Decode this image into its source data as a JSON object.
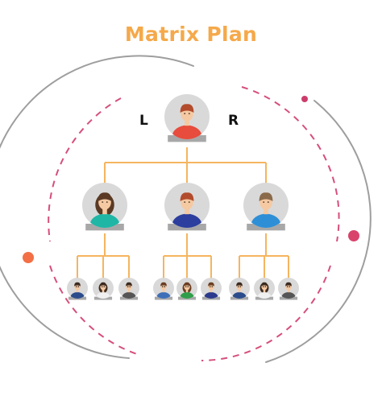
{
  "title": "Matrix Plan",
  "sides": {
    "left": "L",
    "right": "R"
  },
  "colors": {
    "title": "#f5a94a",
    "connector": "#f5b55f",
    "circle_outline": "#9e9e9e",
    "dash": "#d64f7a",
    "dot_orange": "#f36f45",
    "dot_magenta": "#d9436b",
    "dot_small": "#cc3c6a",
    "avatar_bg": "#d9d9d9",
    "avatar_base": "#a8a8a8",
    "skin": "#f5c9a2"
  },
  "tree": {
    "root": {
      "role": "root",
      "hair": "#b24c2c",
      "shirt": "#e74c3c",
      "variant": "male"
    },
    "level1": [
      {
        "role": "level1-left",
        "hair": "#5a3a25",
        "shirt": "#1fb6a6",
        "variant": "female",
        "children": [
          {
            "hair": "#3d2b1f",
            "shirt": "#2b4c8c",
            "variant": "male"
          },
          {
            "hair": "#3d2b1f",
            "shirt": "#f0f0f0",
            "variant": "female"
          },
          {
            "hair": "#3d2b1f",
            "shirt": "#555555",
            "variant": "male"
          }
        ]
      },
      {
        "role": "level1-center",
        "hair": "#b24c2c",
        "shirt": "#2c3e9e",
        "variant": "male",
        "children": [
          {
            "hair": "#6b3f24",
            "shirt": "#3d6fb8",
            "variant": "male"
          },
          {
            "hair": "#6b3f24",
            "shirt": "#2f9e4a",
            "variant": "female"
          },
          {
            "hair": "#6b3f24",
            "shirt": "#2b3a8c",
            "variant": "male"
          }
        ]
      },
      {
        "role": "level1-right",
        "hair": "#8a6a4a",
        "shirt": "#2f8fd6",
        "variant": "male",
        "children": [
          {
            "hair": "#3d2b1f",
            "shirt": "#2b4c8c",
            "variant": "male"
          },
          {
            "hair": "#3d2b1f",
            "shirt": "#f0f0f0",
            "variant": "female"
          },
          {
            "hair": "#3d2b1f",
            "shirt": "#555555",
            "variant": "male"
          }
        ]
      }
    ]
  }
}
